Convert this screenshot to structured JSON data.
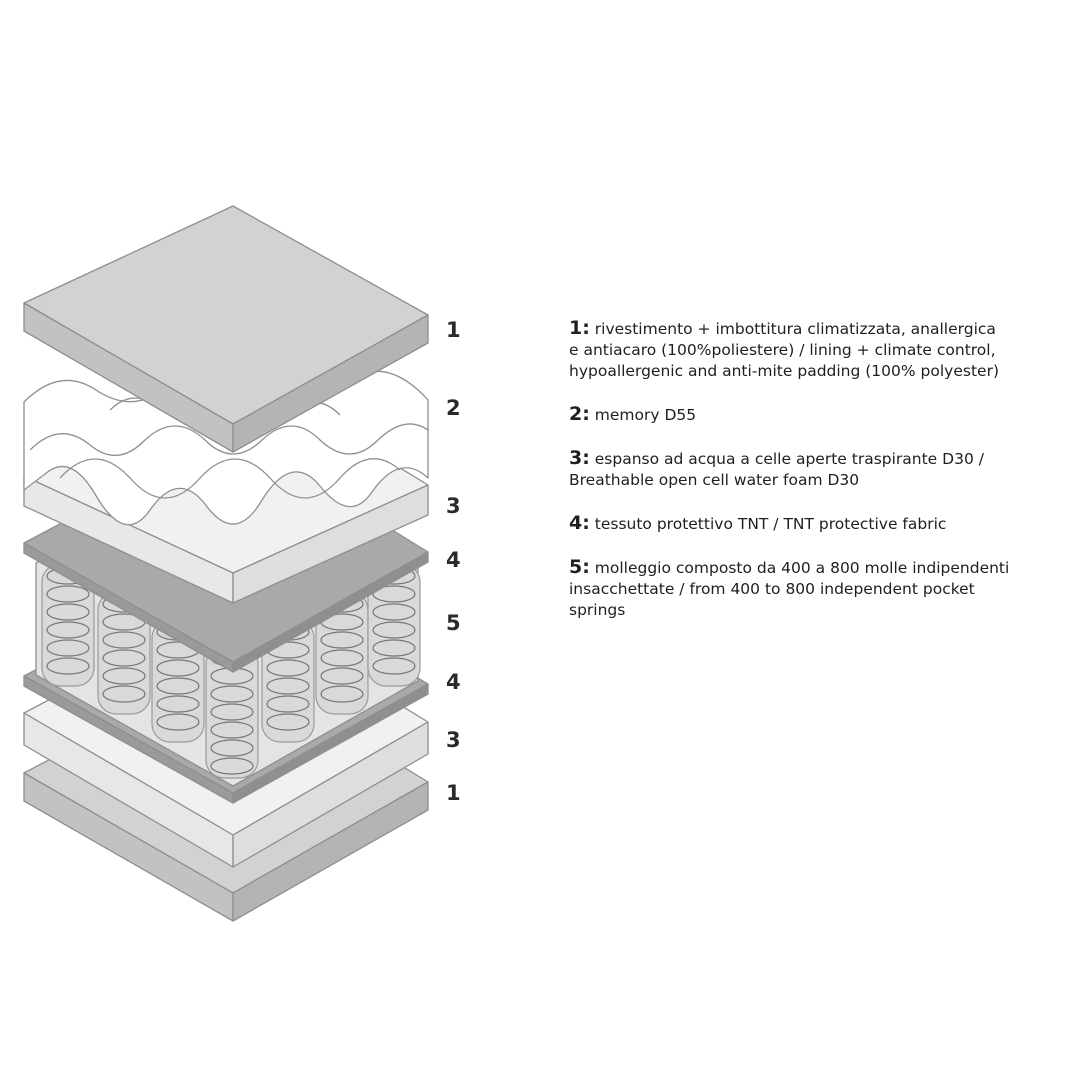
{
  "layer_labels": [
    "1",
    "2",
    "3",
    "4",
    "5",
    "4",
    "3",
    "1"
  ],
  "legend": [
    {
      "key": "1:",
      "text": "rivestimento + imbottitura climatizzata, anallergica\ne antiacaro (100%poliestere) / lining + climate control,\nhypoallergenic and anti-mite padding (100% polyester)"
    },
    {
      "key": "2:",
      "text": "memory D55"
    },
    {
      "key": "3:",
      "text": "espanso ad acqua a celle aperte traspirante D30 /\nBreathable open cell water foam D30"
    },
    {
      "key": "4:",
      "text": "tessuto protettivo TNT / TNT protective fabric"
    },
    {
      "key": "5:",
      "text": "molleggio composto da 400 a 800 molle indipendenti\ninsacchettate / from 400 to 800 independent pocket\nsprings"
    }
  ],
  "colors": {
    "cover": "#d2d2d2",
    "memory": "#ffffff",
    "foam": "#efefef",
    "fabric": "#a7a7a7",
    "springs": "#e2e2e2",
    "outline": "#8f8f8f"
  }
}
